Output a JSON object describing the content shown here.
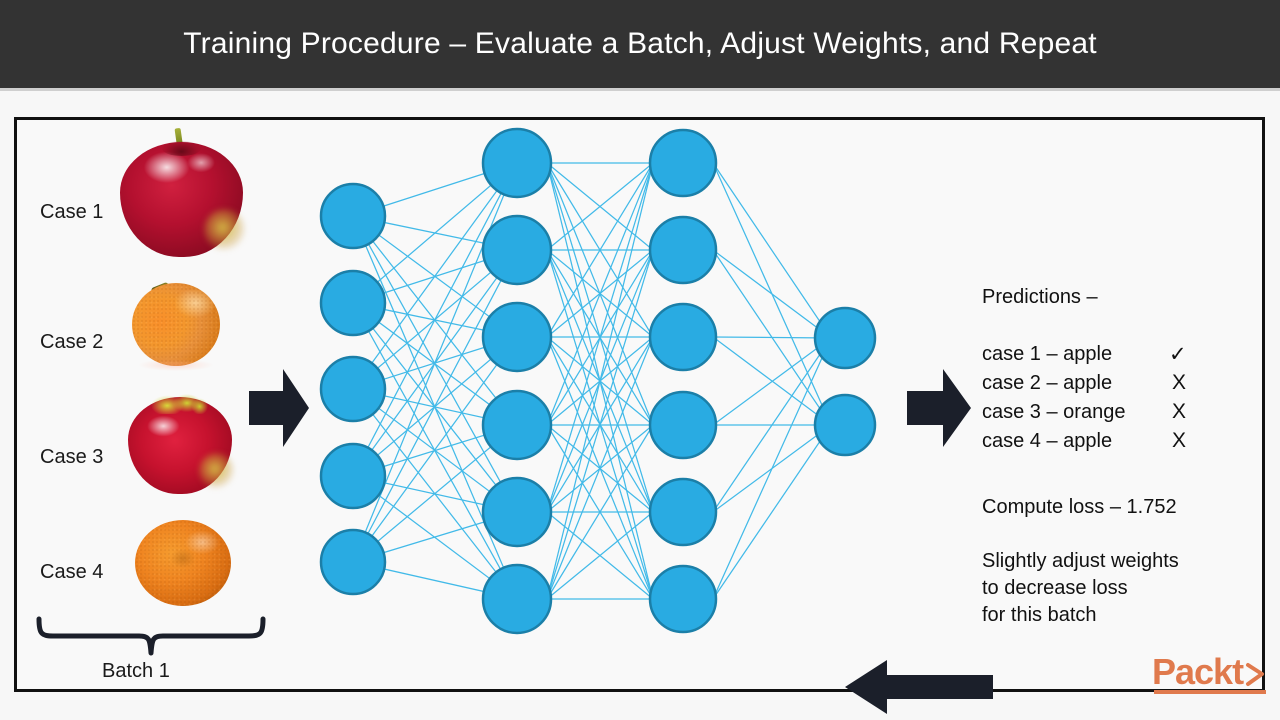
{
  "header": {
    "title": "Training Procedure – Evaluate a Batch, Adjust Weights, and Repeat"
  },
  "cases": [
    {
      "label": "Case 1",
      "fruit": "apple"
    },
    {
      "label": "Case 2",
      "fruit": "orange"
    },
    {
      "label": "Case 3",
      "fruit": "apple"
    },
    {
      "label": "Case 4",
      "fruit": "orange"
    }
  ],
  "batch": {
    "label": "Batch 1"
  },
  "network": {
    "node_color": "#29ABE2",
    "node_stroke": "#1B7FA8",
    "edge_color": "#39B7E8",
    "layers": [
      {
        "name": "input-layer",
        "count": 5
      },
      {
        "name": "hidden-layer-1",
        "count": 6
      },
      {
        "name": "hidden-layer-2",
        "count": 6
      },
      {
        "name": "output-layer",
        "count": 2
      }
    ]
  },
  "arrows": {
    "input_arrow": "arrow-right",
    "output_arrow": "arrow-right",
    "feedback_arrow": "arrow-left"
  },
  "predictions": {
    "heading": "Predictions –",
    "rows": [
      {
        "text": "case 1 – apple",
        "mark": "✓"
      },
      {
        "text": "case 2 – apple",
        "mark": "X"
      },
      {
        "text": "case 3 – orange",
        "mark": "X"
      },
      {
        "text": "case 4 – apple",
        "mark": "X"
      }
    ],
    "loss": "Compute loss – 1.752"
  },
  "adjust": {
    "line1": "Slightly adjust weights",
    "line2": "to decrease loss",
    "line3": "for this batch"
  },
  "branding": {
    "logo_text": "Packt",
    "logo_color": "#e07a4d"
  }
}
